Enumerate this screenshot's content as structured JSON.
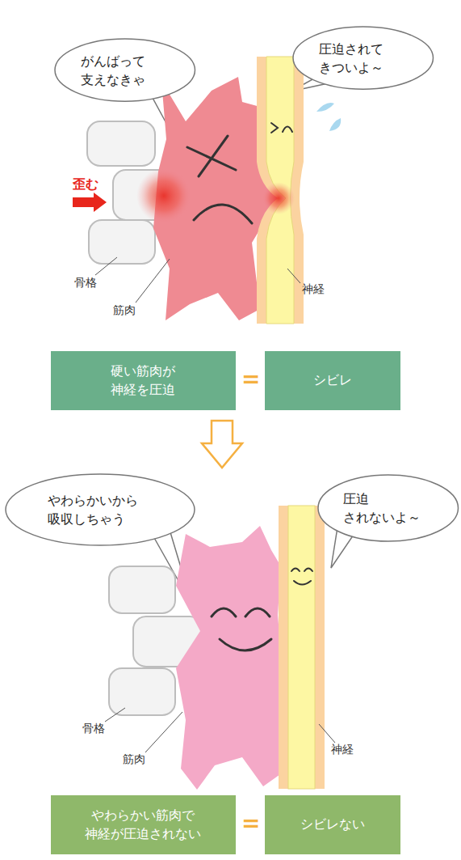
{
  "diagram": {
    "nodes": [
      {
        "text": [
          "がんばって 支えなきゃ"
        ]
      },
      {
        "text": [
          "圧迫されて きついよ～"
        ]
      },
      {
        "text": [
          "硬い筋肉が 神経を圧迫"
        ]
      },
      {
        "text": [
          "シビレ"
        ]
      },
      {
        "text": [
          "やわらかいから 吸収しちゃう"
        ]
      },
      {
        "text": [
          "圧迫 されないよ～"
        ]
      },
      {
        "text": [
          "やわらかい筋肉で 神経が圧迫されない"
        ]
      },
      {
        "text": [
          "シビレない"
        ]
      }
    ],
    "labels": [
      "歪む",
      "骨格",
      "筋肉",
      "神経",
      "=",
      "骨格",
      "筋肉",
      "神経",
      "="
    ]
  }
}
